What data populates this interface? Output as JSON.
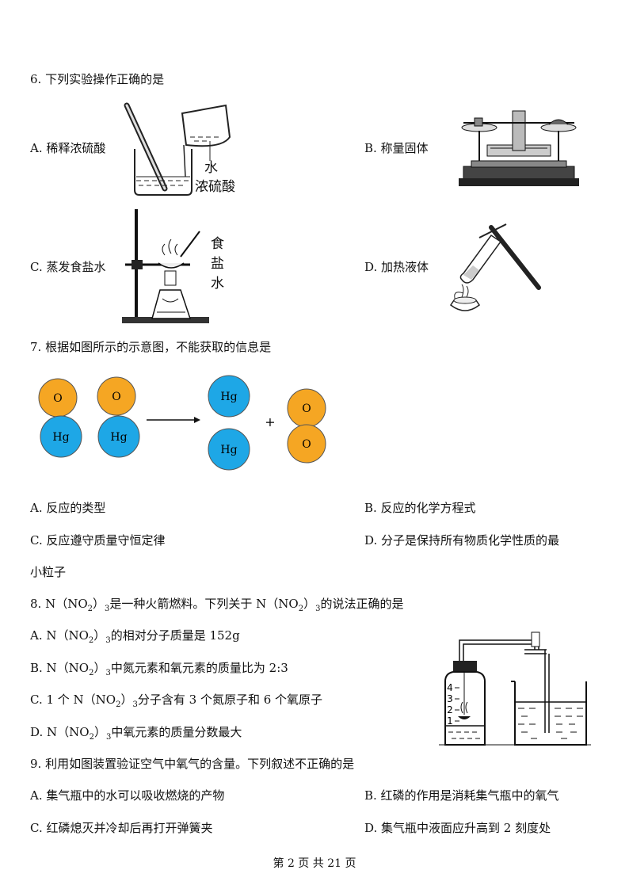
{
  "q6": {
    "stem": "6. 下列实验操作正确的是",
    "a": "A.  稀释浓硫酸",
    "b": "B.  称量固体",
    "c": "C.  蒸发食盐水",
    "d": "D.  加热液体",
    "fig_a_labels": [
      "水",
      "浓硫酸"
    ],
    "fig_c_labels": [
      "食",
      "盐",
      "水"
    ]
  },
  "q7": {
    "stem": "7. 根据如图所示的示意图，不能获取的信息是",
    "atom_o": "O",
    "atom_hg": "Hg",
    "plus": "+",
    "a": "A.  反应的类型",
    "b": "B.  反应的化学方程式",
    "c": "C.  反应遵守质量守恒定律",
    "d": "D.  分子是保持所有物质化学性质的最",
    "d_cont": "小粒子"
  },
  "q8": {
    "stem_pre": "8. N（NO",
    "stem_mid": "）",
    "stem_mid2": "是一种火箭燃料。下列关于 N（NO",
    "stem_post": "的说法正确的是",
    "sub2": "2",
    "sub3": "3",
    "a_pre": "A.  N（NO",
    "a_post": "的相对分子质量是 152g",
    "b_pre": "B.  N（NO",
    "b_post": "中氮元素和氧元素的质量比为 2:3",
    "c_pre": "C.  1 个 N（NO",
    "c_post": "分子含有 3 个氮原子和 6 个氧原子",
    "d_pre": "D.  N（NO",
    "d_post": "中氧元素的质量分数最大",
    "close": "）",
    "scale": [
      "4",
      "3",
      "2",
      "1"
    ]
  },
  "q9": {
    "stem": "9.  利用如图装置验证空气中氧气的含量。下列叙述不正确的是",
    "a": "A.  集气瓶中的水可以吸收燃烧的产物",
    "b": "B.  红磷的作用是消耗集气瓶中的氧气",
    "c": "C.  红磷熄灭并冷却后再打开弹簧夹",
    "d": "D.  集气瓶中液面应升高到 2 刻度处"
  },
  "footer": "第  2  页  共  21  页",
  "colors": {
    "oxygen": "#f5a623",
    "mercury": "#1ea7e6"
  }
}
